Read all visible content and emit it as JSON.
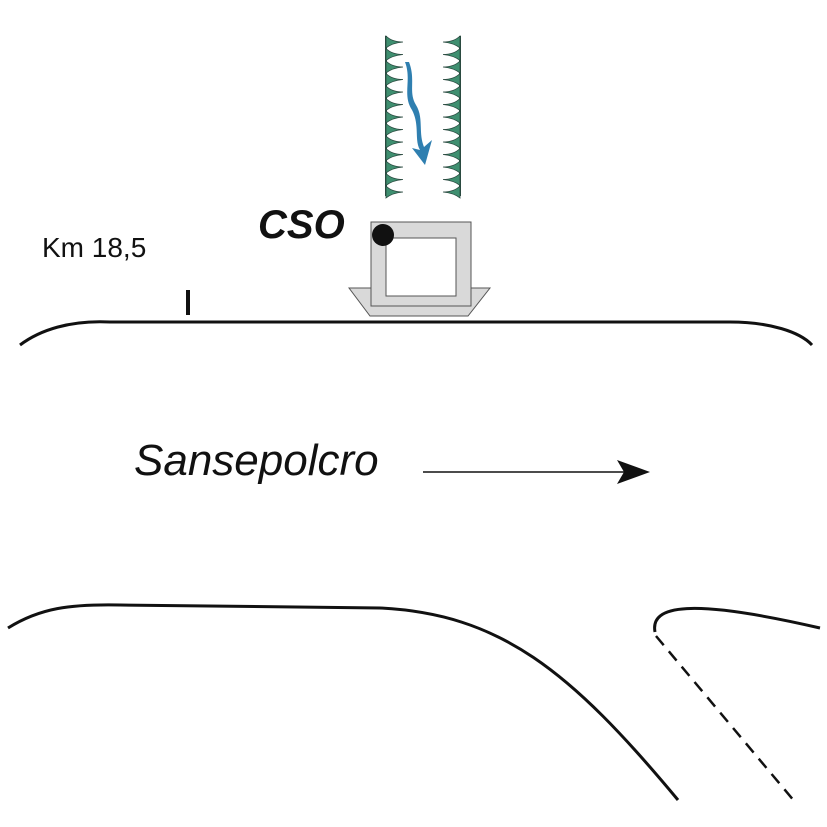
{
  "labels": {
    "cso": "CSO",
    "km_marker": "Km 18,5",
    "direction": "Sansepolcro"
  },
  "colors": {
    "flow_arrow": "#2f7fb0",
    "spikes": "#3f8f70",
    "spike_outline": "#2a4a40",
    "structure_fill": "#d9d9d9",
    "road": "#111111"
  },
  "icons": {
    "flow": "down-arrow-icon",
    "direction": "right-arrow-icon"
  }
}
